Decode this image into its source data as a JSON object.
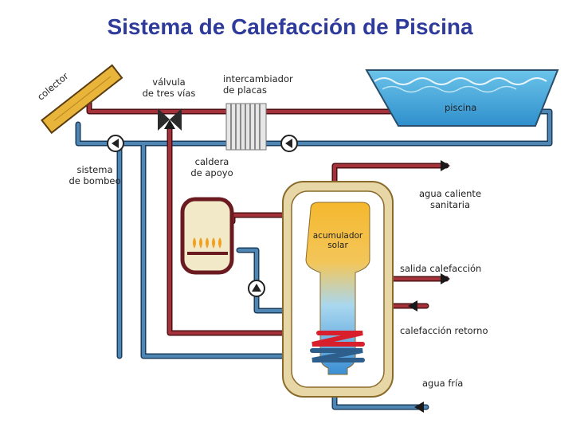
{
  "title": "Sistema de Calefacción de Piscina",
  "labels": {
    "collector": "colector",
    "valve_line1": "válvula",
    "valve_line2": "de tres vías",
    "exchanger_line1": "intercambiador",
    "exchanger_line2": "de placas",
    "pool": "piscina",
    "pump_line1": "sistema",
    "pump_line2": "de bombeo",
    "boiler_line1": "caldera",
    "boiler_line2": "de apoyo",
    "accumulator_line1": "acumulador",
    "accumulator_line2": "solar",
    "hot_water_line1": "agua caliente",
    "hot_water_line2": "sanitaria",
    "heating_out": "salida calefacción",
    "heating_return": "calefacción retorno",
    "cold_water": "agua fría"
  },
  "colors": {
    "title": "#2e3b9b",
    "hot_pipe": "#8b1e24",
    "cold_pipe": "#2c5d86",
    "pool_water": "#3aa6d8",
    "collector": "#e8b43a",
    "tank_shell": "#e7d7a6",
    "accumulator_top": "#f5b82e",
    "accumulator_bottom": "#3b8fd4"
  }
}
